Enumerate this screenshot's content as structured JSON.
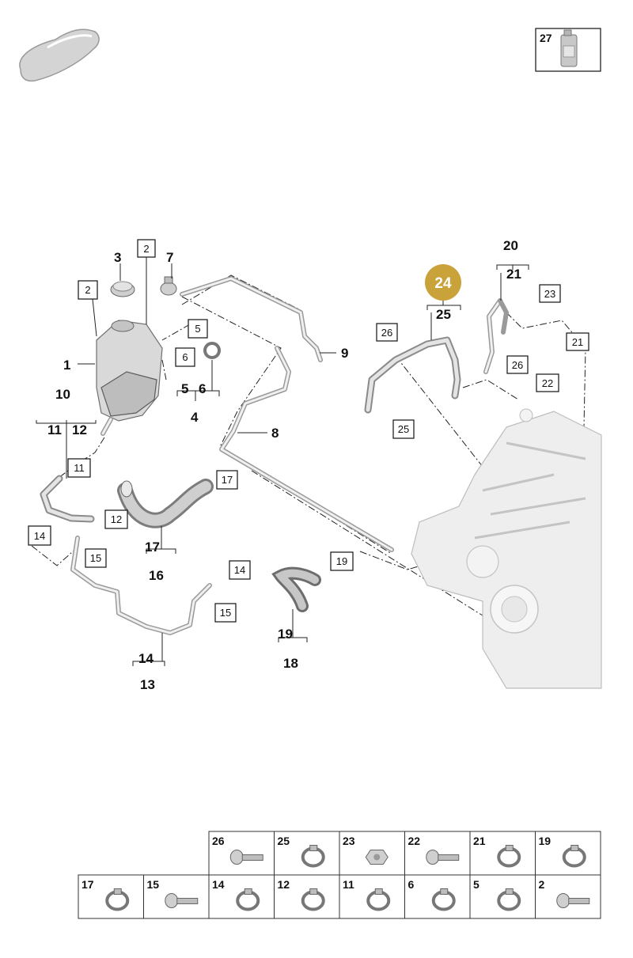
{
  "callouts": {
    "c1": "1",
    "c2a": "2",
    "c2b": "2",
    "c3": "3",
    "c4": "4",
    "c5a": "5",
    "c5b": "5",
    "c6a": "6",
    "c6b": "6",
    "c7": "7",
    "c8": "8",
    "c9": "9",
    "c10": "10",
    "c11a": "11",
    "c11b": "11",
    "c12a": "12",
    "c12b": "12",
    "c13": "13",
    "c14a": "14",
    "c14b": "14",
    "c14c": "14",
    "c15a": "15",
    "c15b": "15",
    "c16": "16",
    "c17a": "17",
    "c17b": "17",
    "c18": "18",
    "c19a": "19",
    "c19b": "19",
    "c20": "20",
    "c21a": "21",
    "c21b": "21",
    "c22": "22",
    "c23": "23",
    "c24": "24",
    "c25a": "25",
    "c25b": "25",
    "c26a": "26",
    "c26b": "26",
    "c27": "27"
  },
  "highlight_color": "#c9a23a",
  "parts_table": {
    "row1": [
      "26",
      "25",
      "23",
      "22",
      "21",
      "19"
    ],
    "row2": [
      "17",
      "15",
      "14",
      "12",
      "11",
      "6",
      "5",
      "2"
    ]
  },
  "icons": {
    "car": "car-silhouette-icon",
    "oil_bottle": "oil-bottle-icon"
  }
}
